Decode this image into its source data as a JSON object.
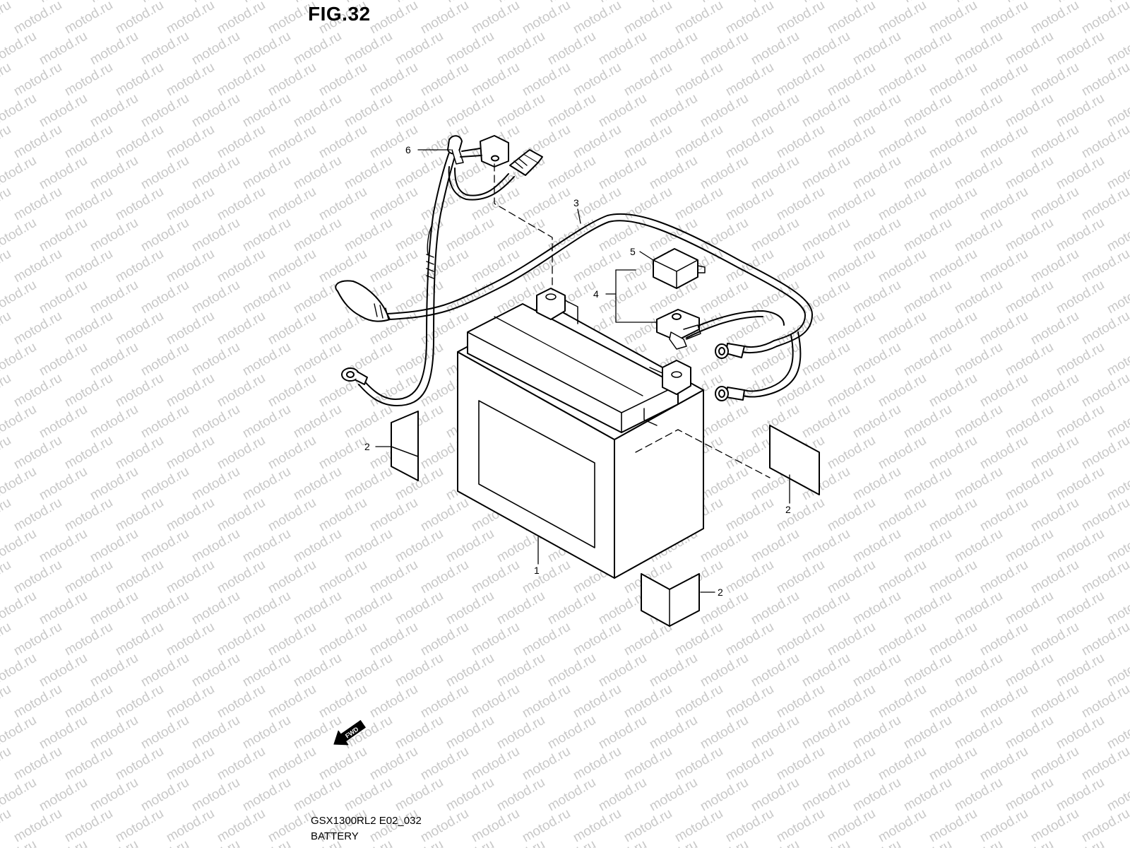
{
  "figure": {
    "title": "FIG.32",
    "model_code": "GSX1300RL2 E02_032",
    "section_name": "BATTERY"
  },
  "callouts": [
    {
      "id": "callout-1",
      "label": "1"
    },
    {
      "id": "callout-2a",
      "label": "2"
    },
    {
      "id": "callout-2b",
      "label": "2"
    },
    {
      "id": "callout-2c",
      "label": "2"
    },
    {
      "id": "callout-3",
      "label": "3"
    },
    {
      "id": "callout-4",
      "label": "4"
    },
    {
      "id": "callout-5",
      "label": "5"
    },
    {
      "id": "callout-6",
      "label": "6"
    }
  ],
  "direction_arrow": {
    "label": "FWD",
    "icon": "fwd-arrow-icon"
  },
  "watermark": {
    "text": "motod.ru",
    "color": "#c8c8c8"
  },
  "colors": {
    "line": "#000000",
    "background": "#ffffff"
  }
}
